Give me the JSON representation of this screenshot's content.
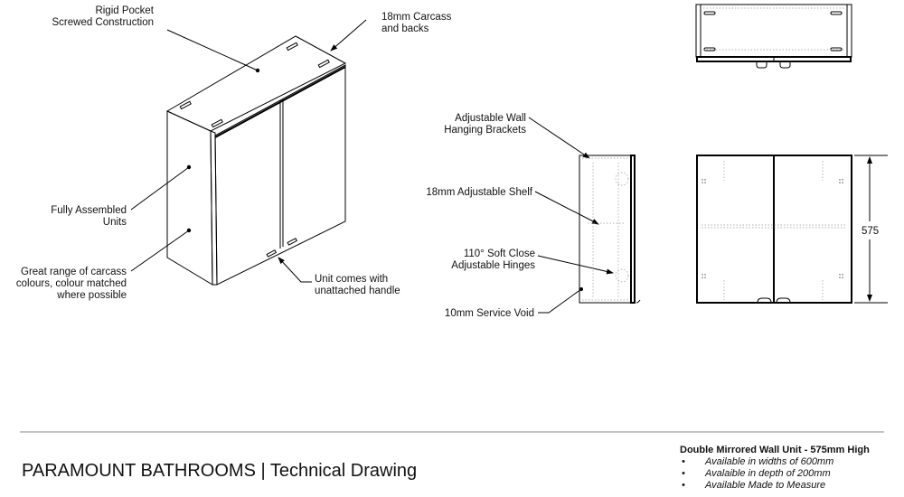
{
  "labels": {
    "rigid_pocket": [
      "Rigid Pocket",
      "Screwed Construction"
    ],
    "carcass": [
      "18mm Carcass",
      "and backs"
    ],
    "assembled": [
      "Fully Assembled",
      "Units"
    ],
    "colours": [
      "Great range of carcass",
      "colours, colour matched",
      "where possible"
    ],
    "handle": [
      "Unit comes with",
      "unattached handle"
    ],
    "brackets": [
      "Adjustable Wall",
      "Hanging Brackets"
    ],
    "shelf": "18mm Adjustable Shelf",
    "hinges": [
      "110° Soft Close",
      "Adjustable Hinges"
    ],
    "void": "10mm Service Void",
    "dimension_height": "575"
  },
  "footer": {
    "title": "PARAMOUNT BATHROOMS | Technical Drawing",
    "product": "Double Mirrored Wall Unit - 575mm High",
    "bullet": "•",
    "features": [
      "Available in widths of 600mm",
      "Avalaible in depth of 200mm",
      "Available Made to Measure"
    ]
  }
}
